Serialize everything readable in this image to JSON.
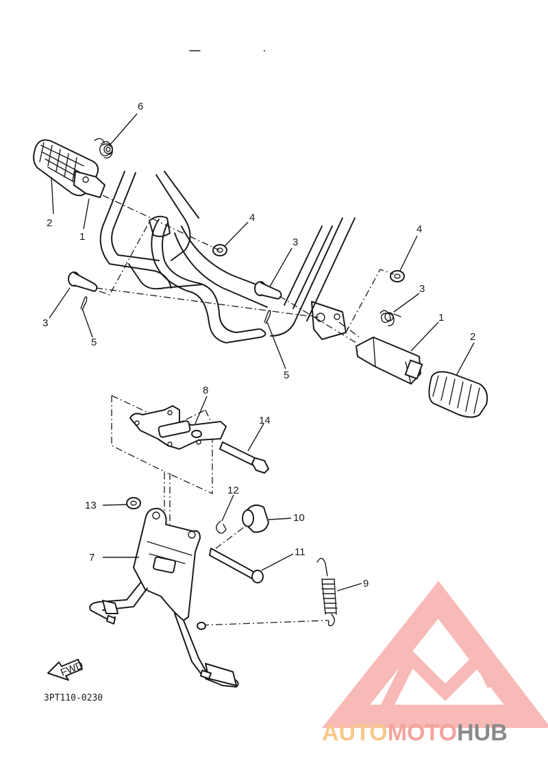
{
  "diagram": {
    "code": "3PT110-0230",
    "fwd_label": "FWD",
    "callouts": [
      "6",
      "2",
      "1",
      "4",
      "3",
      "3",
      "5",
      "4",
      "3",
      "6",
      "5",
      "1",
      "2",
      "8",
      "14",
      "13",
      "12",
      "10",
      "7",
      "11",
      "9"
    ]
  },
  "watermark": {
    "auto": "AUTO",
    "moto": "MOTO",
    "hub": "HUB",
    "colors": {
      "auto": "#f7c88a",
      "moto": "#f4a39c",
      "hub": "#8a8a8a",
      "logo": "#f5a3a0"
    }
  }
}
